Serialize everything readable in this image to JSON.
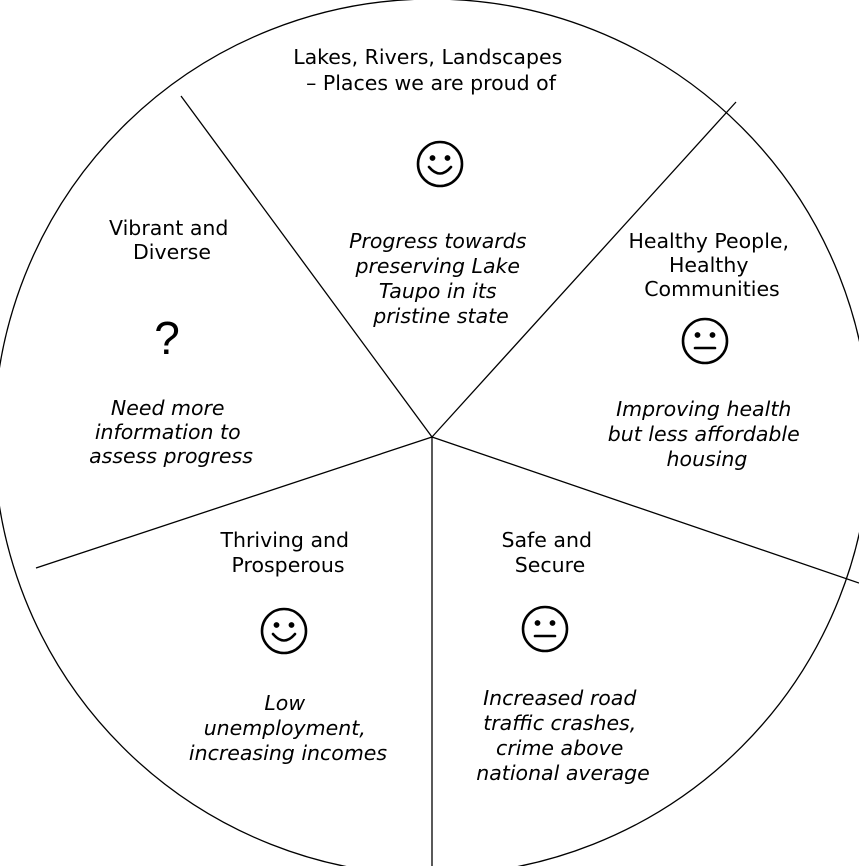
{
  "wheel": {
    "segments": [
      {
        "id": "lakes",
        "title": [
          "Lakes, Rivers, Landscapes",
          "– Places we are proud of"
        ],
        "status_icon": "smiley-icon",
        "note": [
          "Progress towards",
          "preserving Lake",
          "Taupo in its",
          "pristine state"
        ]
      },
      {
        "id": "health",
        "title": [
          "Healthy People,",
          "Healthy",
          "Communities"
        ],
        "status_icon": "neutral-face-icon",
        "note": [
          "Improving health",
          "but less affordable",
          "housing"
        ]
      },
      {
        "id": "safe",
        "title": [
          "Safe and",
          "Secure"
        ],
        "status_icon": "neutral-face-icon",
        "note": [
          "Increased road",
          "traffic crashes,",
          "crime above",
          "national average"
        ]
      },
      {
        "id": "thriving",
        "title": [
          "Thriving and",
          "Prosperous"
        ],
        "status_icon": "smiley-icon",
        "note": [
          "Low",
          "unemployment,",
          "increasing incomes"
        ]
      },
      {
        "id": "vibrant",
        "title": [
          "Vibrant and",
          "Diverse"
        ],
        "status_icon": "question-mark",
        "status_text": "?",
        "note": [
          "Need more",
          "information to",
          "assess progress"
        ]
      }
    ]
  }
}
